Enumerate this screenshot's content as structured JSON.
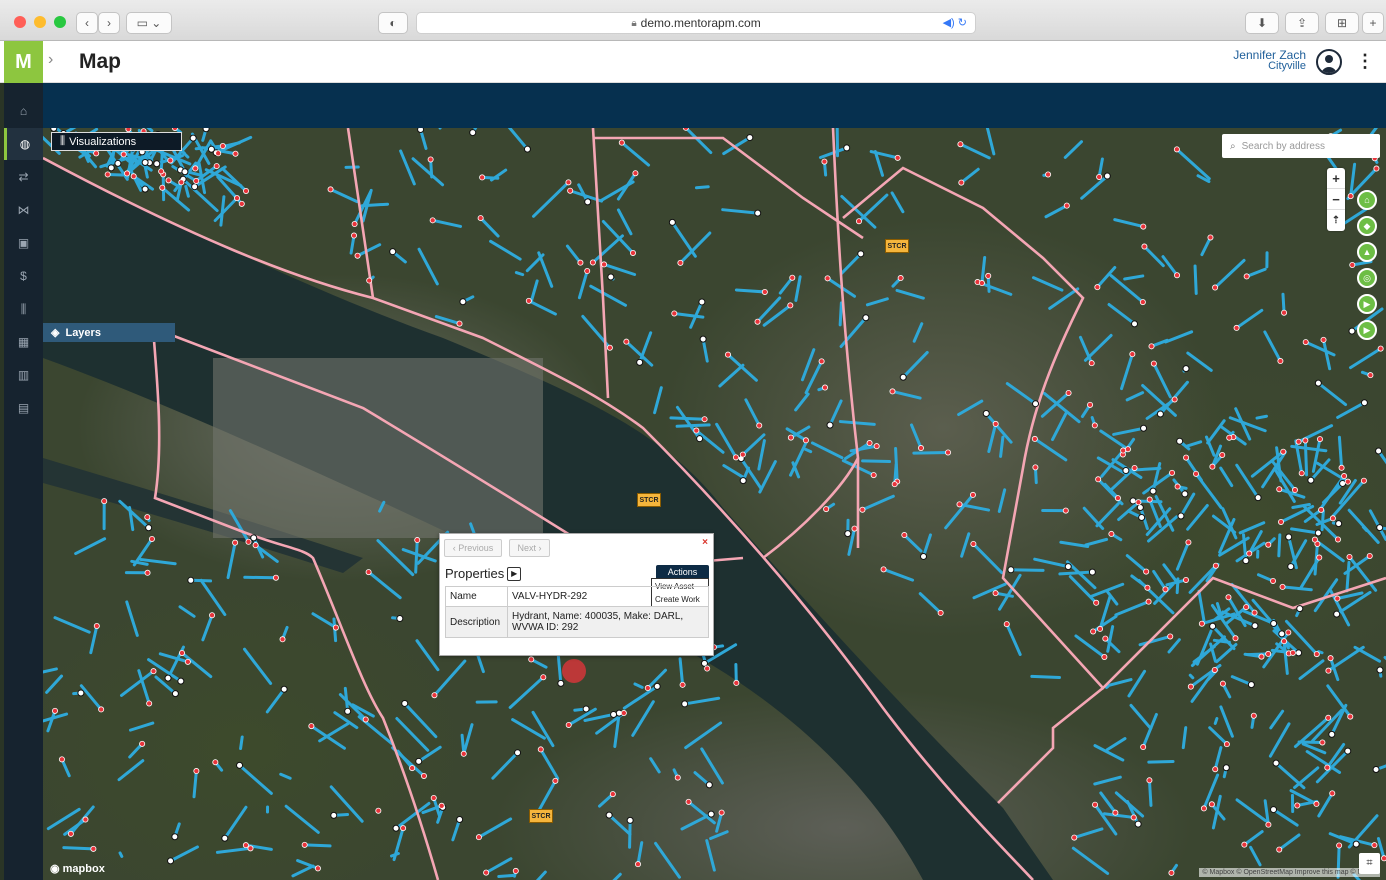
{
  "browser": {
    "url": "demo.mentorapm.com"
  },
  "app": {
    "logo": "M",
    "page_title": "Map",
    "user_name": "Jennifer Zach",
    "user_org": "Cityville"
  },
  "sidebar": {
    "items": [
      {
        "name": "home",
        "icon": "⌂"
      },
      {
        "name": "map",
        "icon": "◍"
      },
      {
        "name": "transfer",
        "icon": "⇄"
      },
      {
        "name": "network",
        "icon": "⋈"
      },
      {
        "name": "portfolio",
        "icon": "▣"
      },
      {
        "name": "finance",
        "icon": "$"
      },
      {
        "name": "analytics",
        "icon": "⫼"
      },
      {
        "name": "buildings",
        "icon": "▦"
      },
      {
        "name": "charts",
        "icon": "▥"
      },
      {
        "name": "archive",
        "icon": "▤"
      }
    ]
  },
  "map": {
    "visualizations_label": "Visualizations",
    "layers_label": "Layers",
    "search_placeholder": "Search by address",
    "zoom_in": "+",
    "zoom_out": "−",
    "compass": "⇡",
    "brand": "mapbox",
    "attribution": "© Mapbox © OpenStreetMap Improve this map © Maxar",
    "fullscreen": "⌗",
    "stcr_label": "STCR"
  },
  "popup": {
    "previous_label": "Previous",
    "next_label": "Next",
    "close": "×",
    "properties_title": "Properties",
    "actions_label": "Actions",
    "menu": [
      "View Asset",
      "Create Work"
    ],
    "rows": [
      {
        "key": "Name",
        "value": "VALV-HYDR-292"
      },
      {
        "key": "Description",
        "value": "Hydrant, Name: 400035, Make: DARL, WVWA ID: 292"
      }
    ]
  },
  "colors": {
    "accent_green": "#8dc63f",
    "navy": "#06304f",
    "boundary": "#f4a6b4",
    "pipe": "#2fa8d8",
    "hydrant": "#e8343b"
  }
}
